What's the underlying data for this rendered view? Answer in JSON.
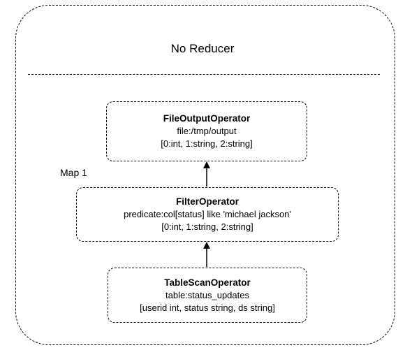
{
  "reducer": {
    "title": "No Reducer"
  },
  "map": {
    "label": "Map 1"
  },
  "operators": {
    "file_output": {
      "name": "FileOutputOperator",
      "detail": "file:/tmp/output",
      "schema": "[0:int, 1:string, 2:string]"
    },
    "filter": {
      "name": "FilterOperator",
      "detail": "predicate:col[status] like 'michael jackson'",
      "schema": "[0:int, 1:string, 2:string]"
    },
    "table_scan": {
      "name": "TableScanOperator",
      "detail": "table:status_updates",
      "schema": "[userid int, status string, ds string]"
    }
  }
}
